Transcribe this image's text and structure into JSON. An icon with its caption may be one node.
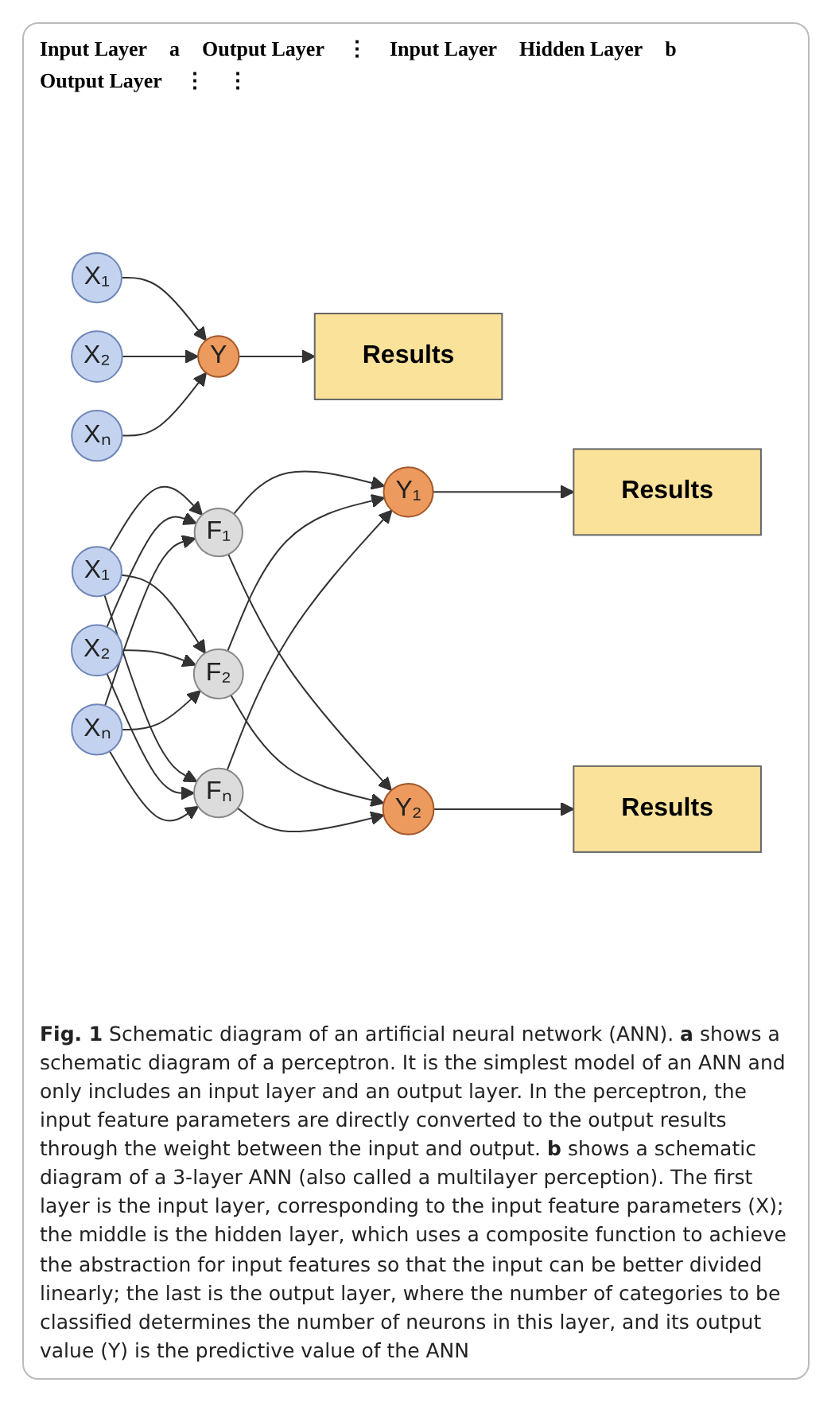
{
  "diagram": {
    "caption": "**Fig. 1** Schematic diagram of an artificial neural network (ANN). **a** shows a schematic diagram of a perceptron. It is the simplest model of an ANN and only includes an input layer and an output layer. In the perceptron, the input feature parameters are directly converted to the output results through the weight between the input and output. **b** shows a schematic diagram of a 3-layer ANN (also called a multilayer perception). The first layer is the input layer, corresponding to the input feature parameters (X); the middle is the hidden layer, which uses a composite function to achieve the abstraction for input features so that the input can be better divided linearly; the last is the output layer, where the number of categories to be classified determines the number of neurons in this layer, and its output value (Y) is the predictive value of the ANN",
    "nodes": [
      {
        "text": [
          "X₁"
        ]
      },
      {
        "text": [
          "X₂"
        ]
      },
      {
        "text": [
          "Xₙ"
        ]
      },
      {
        "text": [
          "Y"
        ]
      },
      {
        "text": [
          "Results"
        ]
      },
      {
        "text": [
          "X₁"
        ]
      },
      {
        "text": [
          "X₂"
        ]
      },
      {
        "text": [
          "Xₙ"
        ]
      },
      {
        "text": [
          "F₁"
        ]
      },
      {
        "text": [
          "F₂"
        ]
      },
      {
        "text": [
          "Fₙ"
        ]
      },
      {
        "text": [
          "Y₁"
        ]
      },
      {
        "text": [
          "Y₂"
        ]
      },
      {
        "text": [
          "Results"
        ]
      },
      {
        "text": [
          "Results"
        ]
      }
    ],
    "edges": [
      {
        "from": 0,
        "to": 3,
        "arrow": "to"
      },
      {
        "from": 1,
        "to": 3,
        "arrow": "to"
      },
      {
        "from": 2,
        "to": 3,
        "arrow": "to"
      },
      {
        "from": 3,
        "to": 4,
        "arrow": "to"
      },
      {
        "from": 5,
        "to": 8,
        "arrow": "to"
      },
      {
        "from": 5,
        "to": 9,
        "arrow": "to"
      },
      {
        "from": 5,
        "to": 10,
        "arrow": "to"
      },
      {
        "from": 6,
        "to": 8,
        "arrow": "to"
      },
      {
        "from": 6,
        "to": 9,
        "arrow": "to"
      },
      {
        "from": 6,
        "to": 10,
        "arrow": "to"
      },
      {
        "from": 7,
        "to": 8,
        "arrow": "to"
      },
      {
        "from": 7,
        "to": 9,
        "arrow": "to"
      },
      {
        "from": 7,
        "to": 10,
        "arrow": "to"
      },
      {
        "from": 8,
        "to": 11,
        "arrow": "to"
      },
      {
        "from": 8,
        "to": 12,
        "arrow": "to"
      },
      {
        "from": 9,
        "to": 11,
        "arrow": "to"
      },
      {
        "from": 9,
        "to": 12,
        "arrow": "to"
      },
      {
        "from": 10,
        "to": 11,
        "arrow": "to"
      },
      {
        "from": 10,
        "to": 12,
        "arrow": "to"
      },
      {
        "from": 11,
        "to": 13,
        "arrow": "to"
      },
      {
        "from": 12,
        "to": 14,
        "arrow": "to"
      }
    ],
    "labels": [
      "Input Layer",
      "a",
      "Output Layer",
      "⋮",
      "Input Layer",
      "Hidden Layer",
      "b",
      "Output Layer",
      "⋮",
      "⋮"
    ]
  }
}
